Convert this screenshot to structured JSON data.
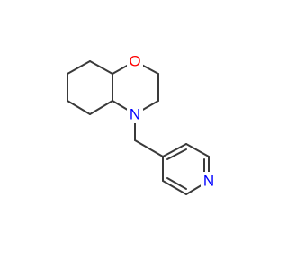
{
  "structure": {
    "atoms": {
      "oxygen": {
        "label": "O",
        "color": "#ff0000"
      },
      "amine_nitrogen": {
        "label": "N",
        "color": "#0000ff"
      },
      "pyridine_nitrogen": {
        "label": "N",
        "color": "#0000ff"
      }
    },
    "bond_color": "#3a3a3a"
  }
}
